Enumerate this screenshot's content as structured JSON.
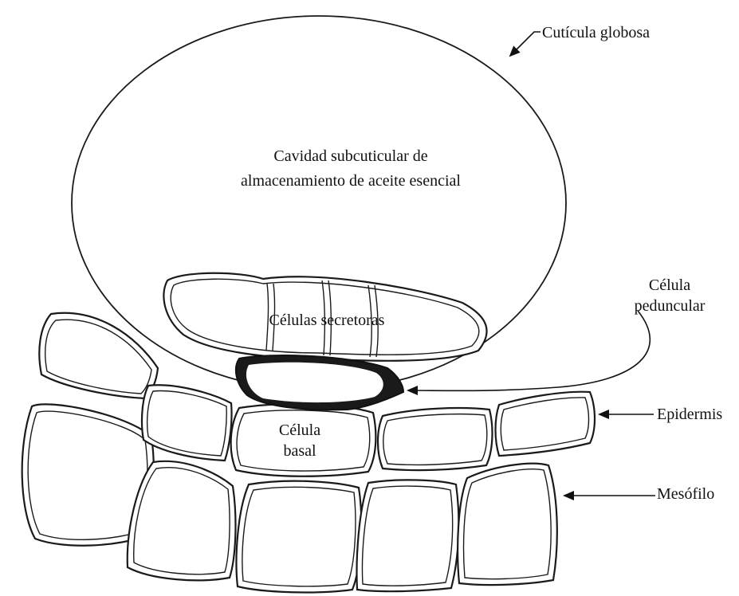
{
  "labels": {
    "cuticula": "Cutícula globosa",
    "cavidad_line1": "Cavidad subcuticular de",
    "cavidad_line2": "almacenamiento de aceite esencial",
    "secretoras": "Células secretoras",
    "peduncular_line1": "Célula",
    "peduncular_line2": "peduncular",
    "basal_line1": "Célula",
    "basal_line2": "basal",
    "epidermis": "Epidermis",
    "mesofilo": "Mesófilo"
  },
  "colors": {
    "ink": "#111111",
    "background": "#ffffff",
    "peduncular_fill": "#1a1a1a"
  }
}
